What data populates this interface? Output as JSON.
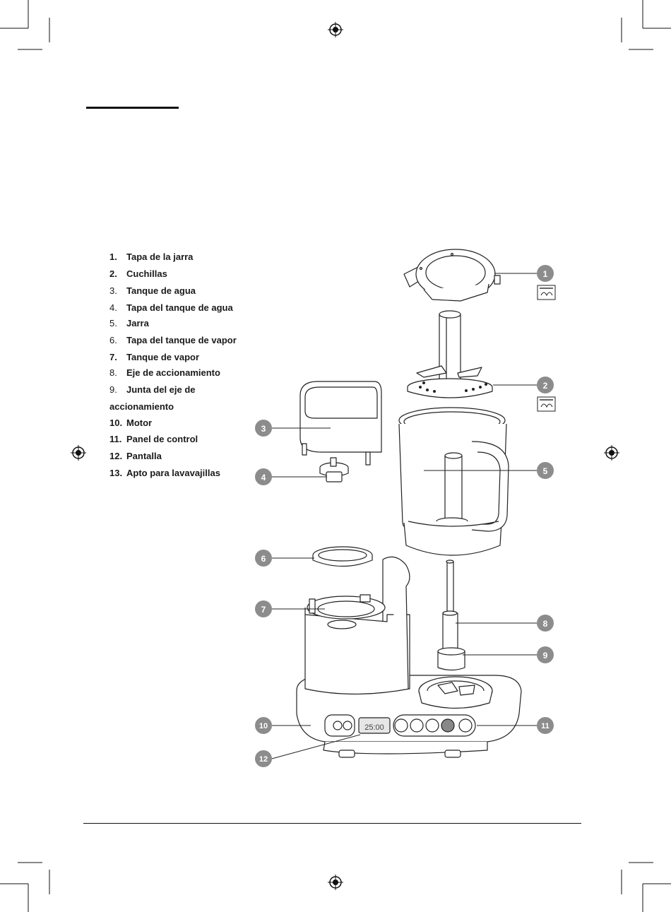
{
  "parts": [
    {
      "num": "1.",
      "label": "Tapa de la jarra"
    },
    {
      "num": "2.",
      "label": "Cuchillas"
    },
    {
      "num": "3.",
      "label": "Tanque de agua"
    },
    {
      "num": "4.",
      "label": "Tapa del tanque de agua"
    },
    {
      "num": "5.",
      "label": "Jarra"
    },
    {
      "num": "6.",
      "label": "Tapa del tanque de vapor"
    },
    {
      "num": "7.",
      "label": "Tanque de vapor"
    },
    {
      "num": "8.",
      "label": "Eje de accionamiento"
    },
    {
      "num": "9.",
      "label": "Junta del eje de",
      "continuation": "accionamiento"
    },
    {
      "num": "10.",
      "label": "Motor"
    },
    {
      "num": "11.",
      "label": "Panel de control"
    },
    {
      "num": "12.",
      "label": "Pantalla"
    },
    {
      "num": "13.",
      "label": "Apto para lavavajillas"
    }
  ],
  "callouts": [
    "1",
    "2",
    "3",
    "4",
    "5",
    "6",
    "7",
    "8",
    "9",
    "10",
    "11",
    "12"
  ],
  "display_readout": "25:00",
  "colors": {
    "callout_fill": "#8c8c8c",
    "line": "#222222",
    "accent": "#e9e9e9"
  },
  "icons": [
    "registration-mark",
    "dishwasher-safe-icon"
  ]
}
